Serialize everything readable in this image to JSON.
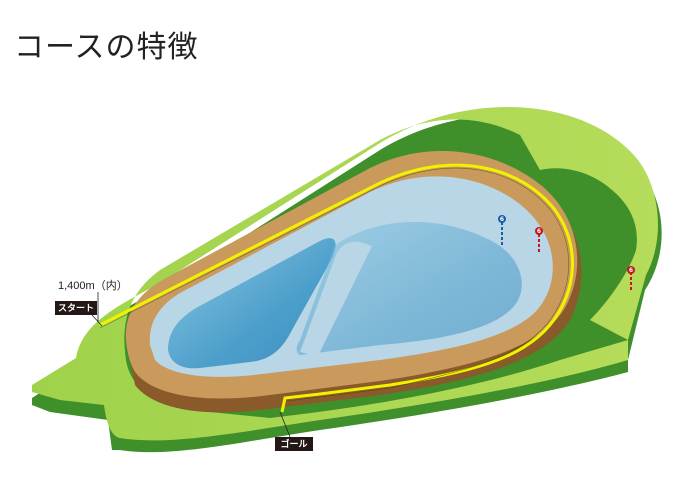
{
  "page": {
    "title": "コースの特徴"
  },
  "course": {
    "distance_label": "1,400m（内）",
    "start_label": "スタート",
    "goal_label": "ゴール",
    "furlong_markers": [
      "6",
      "6",
      "6"
    ]
  },
  "colors": {
    "turf": "#8dc63f",
    "turf_side": "#3f8f2a",
    "dirt": "#c99a5b",
    "dirt_side": "#8a5a2b",
    "inner_field": "#b9d6e6",
    "water": "#5aa7d0",
    "rail": "#f2f200",
    "tag_bg": "#231815"
  }
}
